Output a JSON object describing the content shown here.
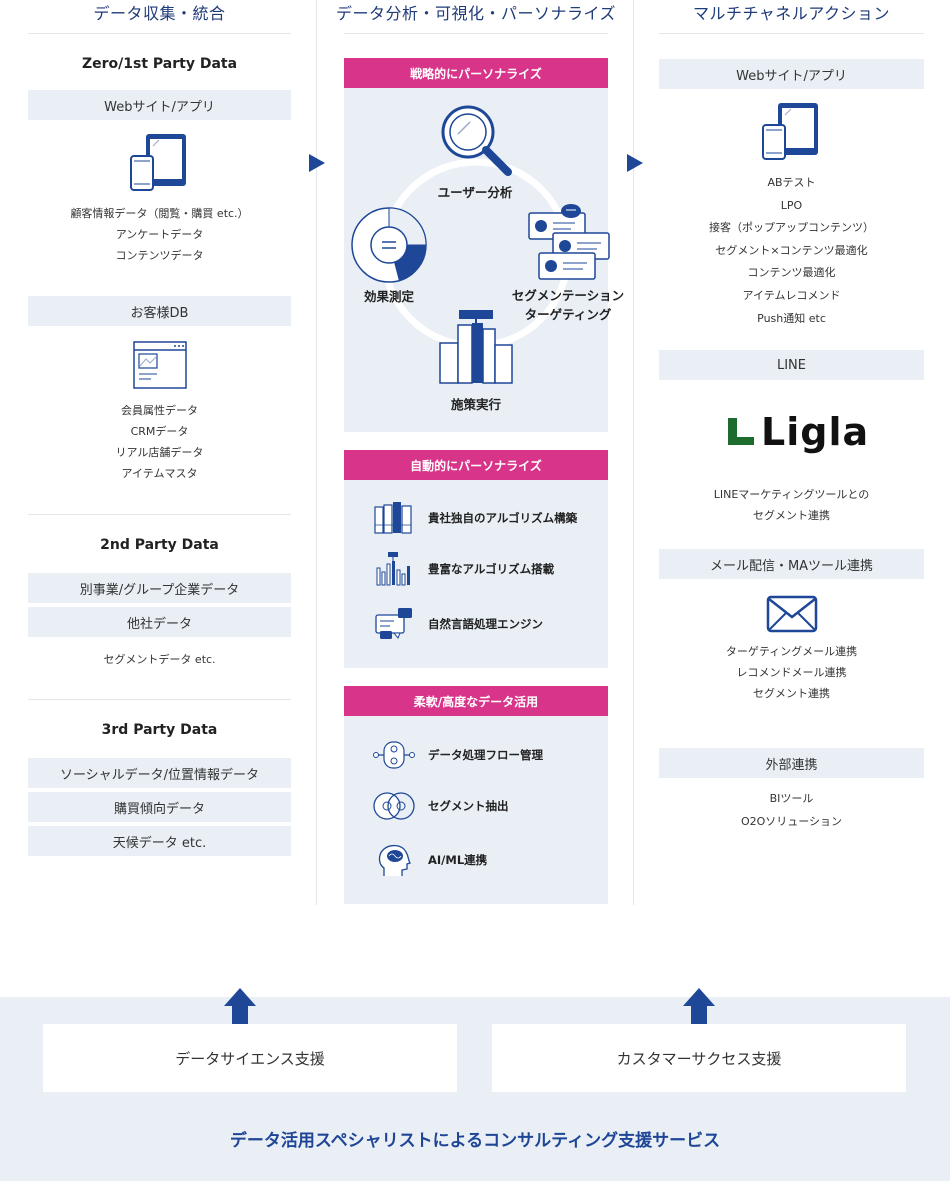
{
  "columns": {
    "left": {
      "title": "データ収集・統合"
    },
    "middle": {
      "title": "データ分析・可視化・パーソナライズ"
    },
    "right": {
      "title": "マルチチャネルアクション"
    }
  },
  "left": {
    "zero_first": {
      "heading": "Zero/1st Party Data",
      "web_pill": "Webサイト/アプリ",
      "web_items": [
        "顧客情報データ（閲覧・購買 etc.）",
        "アンケートデータ",
        "コンテンツデータ"
      ],
      "db_pill": "お客様DB",
      "db_items": [
        "会員属性データ",
        "CRMデータ",
        "リアル店舗データ",
        "アイテムマスタ"
      ]
    },
    "second": {
      "heading": "2nd Party Data",
      "pills": [
        "別事業/グループ企業データ",
        "他社データ"
      ],
      "note": "セグメントデータ etc."
    },
    "third": {
      "heading": "3rd Party Data",
      "pills": [
        "ソーシャルデータ/位置情報データ",
        "購買傾向データ",
        "天候データ etc."
      ]
    }
  },
  "middle": {
    "strategic": {
      "title": "戦略的にパーソナライズ",
      "cycle": {
        "user_analysis": "ユーザー分析",
        "segmentation_line1": "セグメンテーション",
        "segmentation_line2": "ターゲティング",
        "execution": "施策実行",
        "measurement": "効果測定"
      }
    },
    "automatic": {
      "title": "自動的にパーソナライズ",
      "items": [
        "貴社独自のアルゴリズム構築",
        "豊富なアルゴリズム搭載",
        "自然言語処理エンジン"
      ]
    },
    "flexible": {
      "title": "柔軟/高度なデータ活用",
      "items": [
        "データ処理フロー管理",
        "セグメント抽出",
        "AI/ML連携"
      ]
    }
  },
  "right": {
    "web": {
      "pill": "Webサイト/アプリ",
      "items": [
        "ABテスト",
        "LPO",
        "接客（ポップアップコンテンツ）",
        "セグメント×コンテンツ最適化",
        "コンテンツ最適化",
        "アイテムレコメンド",
        "Push通知 etc"
      ]
    },
    "line": {
      "pill": "LINE",
      "logo_text": "Ligla",
      "items": [
        "LINEマーケティングツールとの",
        "セグメント連携"
      ]
    },
    "mail": {
      "pill": "メール配信・MAツール連携",
      "items": [
        "ターゲティングメール連携",
        "レコメンドメール連携",
        "セグメント連携"
      ]
    },
    "external": {
      "pill": "外部連携",
      "items": [
        "BIツール",
        "O2Oソリューション"
      ]
    }
  },
  "bottom": {
    "boxes": [
      "データサイエンス支援",
      "カスタマーサクセス支援"
    ],
    "title": "データ活用スペシャリストによるコンサルティング支援サービス"
  },
  "colors": {
    "navy": "#1e4798",
    "magenta": "#d8358a",
    "panel": "#e9eff5",
    "logo_green": "#1e6b2e"
  }
}
